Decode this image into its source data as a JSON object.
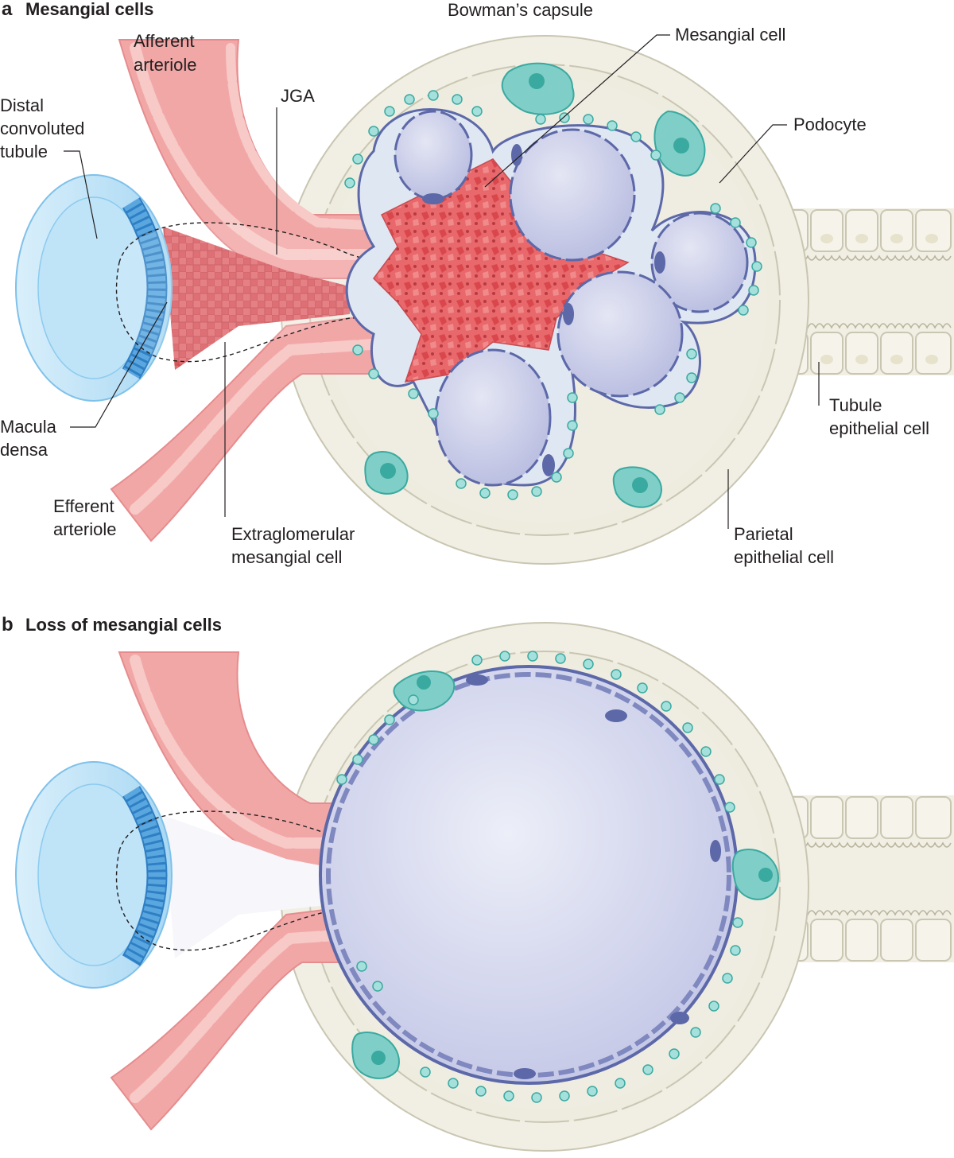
{
  "panel_a": {
    "letter": "a",
    "title": "Mesangial cells",
    "labels": {
      "bowmans_capsule": "Bowman’s capsule",
      "afferent_1": "Afferent",
      "afferent_2": "arteriole",
      "mesangial_cell": "Mesangial cell",
      "jga": "JGA",
      "distal_1": "Distal",
      "distal_2": "convoluted",
      "distal_3": "tubule",
      "podocyte": "Podocyte",
      "macula_1": "Macula",
      "macula_2": "densa",
      "tubule_epi_1": "Tubule",
      "tubule_epi_2": "epithelial cell",
      "efferent_1": "Efferent",
      "efferent_2": "arteriole",
      "extraglom_1": "Extraglomerular",
      "extraglom_2": "mesangial cell",
      "parietal_1": "Parietal",
      "parietal_2": "epithelial cell"
    }
  },
  "panel_b": {
    "letter": "b",
    "title": "Loss of mesangial cells"
  },
  "colors": {
    "capsule": "#f1efe4",
    "capsule_stroke": "#c9c6b2",
    "vessel": "#f2a9a9",
    "vessel_cell": "#f7c2c0",
    "mesangial": "#e05a5e",
    "capillary": "#c9cbe6",
    "capillary_stroke": "#5c68a8",
    "podocyte": "#7fcfc8",
    "podocyte_stroke": "#3aa9a0",
    "tubule": "#bfe3f7",
    "macula": "#5aa7e0"
  }
}
